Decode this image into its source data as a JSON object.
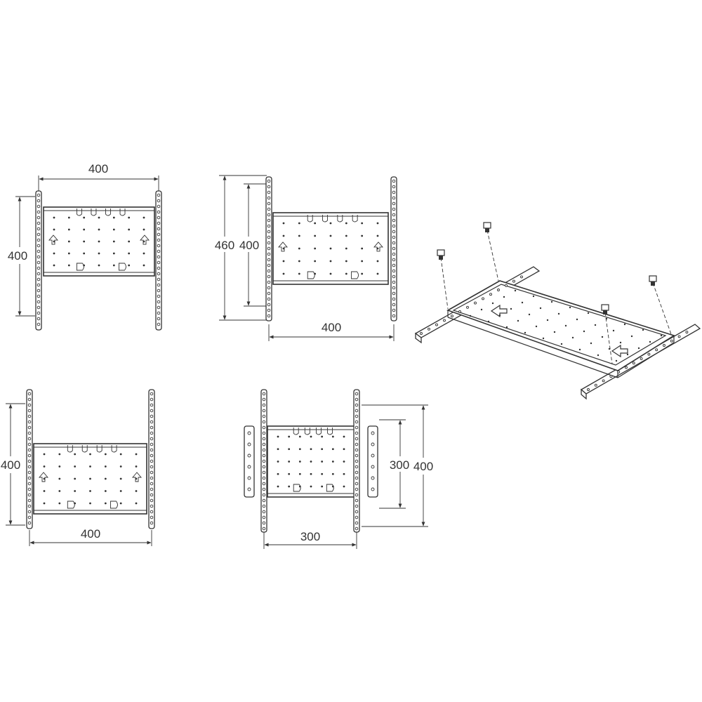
{
  "diagrams": {
    "top_left": {
      "width_label": "400",
      "height_label": "400"
    },
    "top_middle": {
      "outer_height_label": "460",
      "inner_height_label": "400",
      "width_label": "400"
    },
    "bottom_left": {
      "height_label": "400",
      "width_label": "400"
    },
    "bottom_middle": {
      "inner_height_label": "300",
      "outer_height_label": "400",
      "width_label": "300"
    }
  }
}
